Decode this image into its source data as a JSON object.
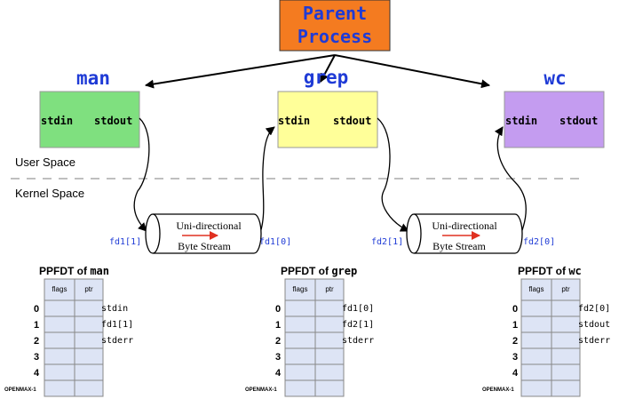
{
  "parent": {
    "line1": "Parent",
    "line2": "Process"
  },
  "processes": [
    {
      "name": "man",
      "stdin": "stdin",
      "stdout": "stdout",
      "color": "#7fe07f"
    },
    {
      "name": "grep",
      "stdin": "stdin",
      "stdout": "stdout",
      "color": "#ffff99"
    },
    {
      "name": "wc",
      "stdin": "stdin",
      "stdout": "stdout",
      "color": "#c49cf0"
    }
  ],
  "spaces": {
    "user": "User Space",
    "kernel": "Kernel Space"
  },
  "pipes": [
    {
      "line1": "Uni-directional",
      "line2": "Byte Stream",
      "write_fd": "fd1[1]",
      "read_fd": "fd1[0]"
    },
    {
      "line1": "Uni-directional",
      "line2": "Byte Stream",
      "write_fd": "fd2[1]",
      "read_fd": "fd2[0]"
    }
  ],
  "tables": [
    {
      "title_prefix": "PPFDT of ",
      "title_name": "man",
      "entries": [
        "stdin",
        "fd1[1]",
        "stderr"
      ]
    },
    {
      "title_prefix": "PPFDT of ",
      "title_name": "grep",
      "entries": [
        "fd1[0]",
        "fd2[1]",
        "stderr"
      ]
    },
    {
      "title_prefix": "PPFDT of ",
      "title_name": "wc",
      "entries": [
        "fd2[0]",
        "stdout",
        "stderr"
      ]
    }
  ],
  "table_headers": {
    "flags": "flags",
    "ptr": "ptr"
  },
  "row_labels": [
    "0",
    "1",
    "2",
    "3",
    "4"
  ],
  "openmax": "OPENMAX-1",
  "colors": {
    "parent_bg": "#f47b20",
    "title_blue": "#1f3bd6",
    "fd_blue": "#1f3bd6",
    "table_fill": "#dde4f5",
    "arrow_red": "#e03020"
  }
}
